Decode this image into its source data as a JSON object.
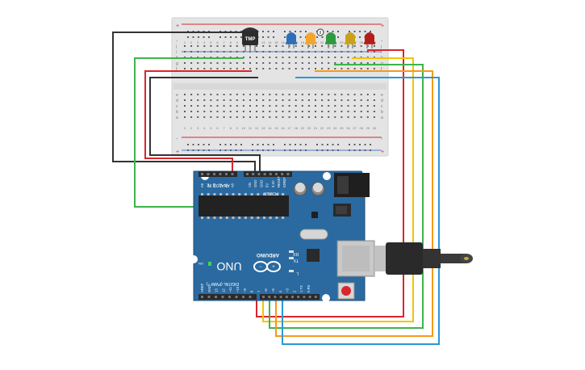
{
  "colors": {
    "background": "#ffffff",
    "breadboard": "#e4e4e4",
    "board": "#2a6aa0",
    "wire_black": "#333333",
    "wire_green": "#3cb44b",
    "wire_red": "#d9262c",
    "wire_yellow": "#f2c500",
    "wire_orange": "#f59a1b",
    "wire_blue": "#2a98d6",
    "rail_red": "#d9262c",
    "rail_blue": "#4a7fd0"
  },
  "sensor": {
    "label": "TMP"
  },
  "leds": [
    {
      "name": "blue-led",
      "color": "#2e6fb7"
    },
    {
      "name": "orange-led",
      "color": "#f3a62b"
    },
    {
      "name": "green-led",
      "color": "#2e9a3e"
    },
    {
      "name": "yellow-led",
      "color": "#c9a21a"
    },
    {
      "name": "red-led",
      "color": "#b51d1d"
    }
  ],
  "breadboard": {
    "rail_plus": "+",
    "rail_minus": "-",
    "row_letters_top": [
      "j",
      "i",
      "h",
      "g",
      "f"
    ],
    "row_letters_bottom": [
      "e",
      "d",
      "c",
      "b",
      "a"
    ],
    "column_numbers": [
      "1",
      "2",
      "3",
      "4",
      "5",
      "6",
      "7",
      "8",
      "9",
      "10",
      "11",
      "12",
      "13",
      "14",
      "15",
      "16",
      "17",
      "18",
      "19",
      "20",
      "21",
      "22",
      "23",
      "24",
      "25",
      "26",
      "27",
      "28",
      "29",
      "30"
    ]
  },
  "arduino": {
    "brand": "ARDUINO",
    "model": "UNO",
    "on_label": "ON",
    "analog_in_label": "ANALOG IN",
    "power_label": "POWER",
    "analog_pins": [
      "A5",
      "A4",
      "A3",
      "A2",
      "A1",
      "A0"
    ],
    "power_pins": [
      "Vin",
      "GND",
      "GND",
      "5V",
      "3.3V",
      "RESET",
      "IOREF"
    ],
    "digital_label": "DIGITAL (PWM ~)",
    "digital_pins": [
      "0 RX",
      "1 TX",
      "2",
      "~3",
      "4",
      "~5",
      "~6",
      "7",
      "8",
      "~9",
      "~10",
      "~11",
      "12",
      "13",
      "GND",
      "AREF"
    ],
    "tx_label": "TX",
    "rx_label": "RX",
    "l_label": "L"
  }
}
